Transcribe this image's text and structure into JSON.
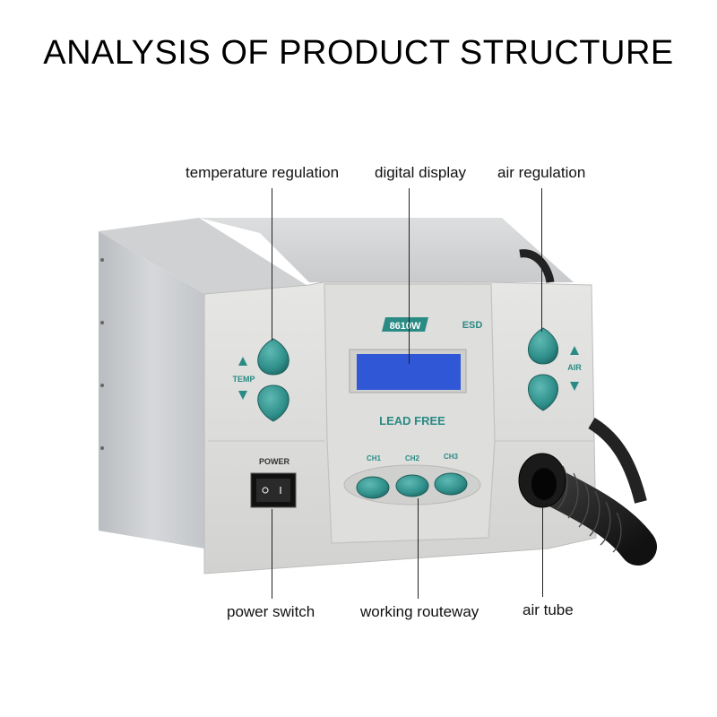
{
  "title": "ANALYSIS OF PRODUCT STRUCTURE",
  "labels": {
    "temperature_regulation": "temperature regulation",
    "digital_display": "digital display",
    "air_regulation": "air regulation",
    "power_switch": "power switch",
    "working_routeway": "working routeway",
    "air_tube": "air tube"
  },
  "panel": {
    "model": "8610W",
    "esd": "ESD",
    "lead_free": "LEAD FREE",
    "power": "POWER",
    "temp": "TEMP",
    "air": "AIR",
    "channels": [
      "CH1",
      "CH2",
      "CH3"
    ]
  },
  "colors": {
    "button_teal": "#2f8f8a",
    "display_blue": "#2f57d6",
    "panel_gray": "#d9d9d9",
    "text_teal": "#2a8a84"
  }
}
